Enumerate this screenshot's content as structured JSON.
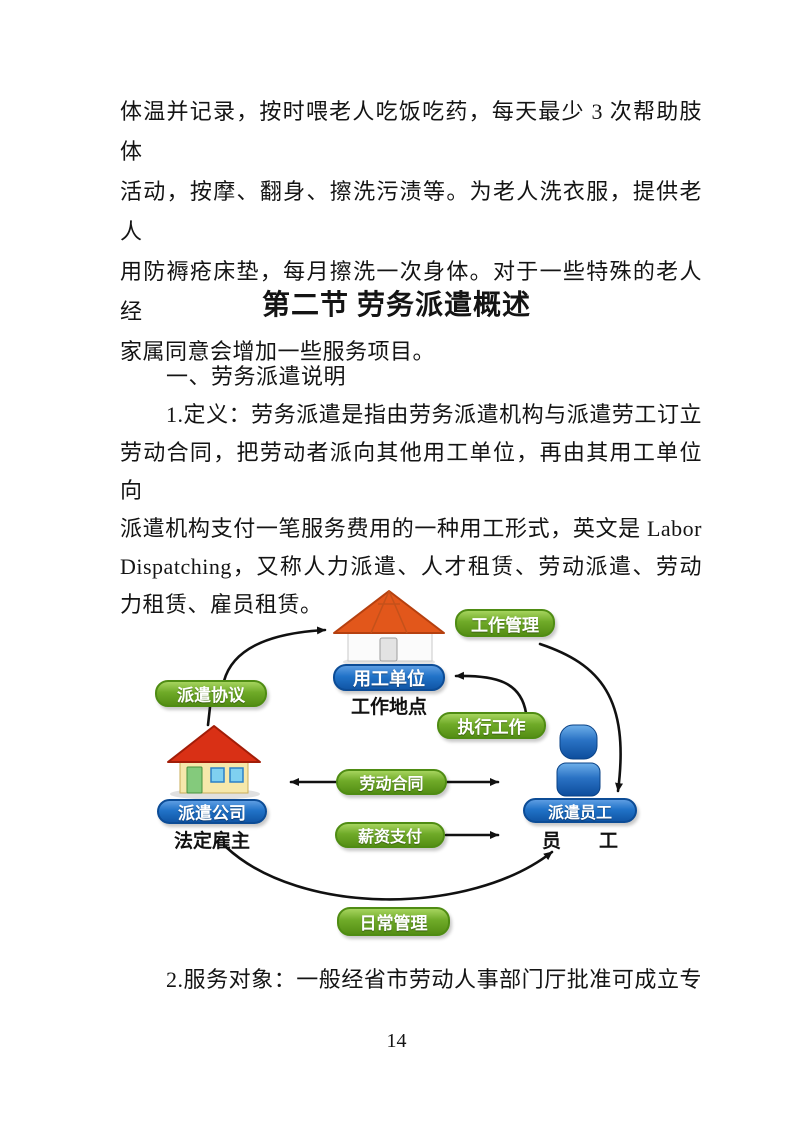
{
  "page": {
    "number": "14"
  },
  "body": {
    "para1_lines": [
      "体温并记录，按时喂老人吃饭吃药，每天最少 3 次帮助肢体",
      "活动，按摩、翻身、擦洗污渍等。为老人洗衣服，提供老人",
      "用防褥疮床垫，每月擦洗一次身体。对于一些特殊的老人经",
      "家属同意会增加一些服务项目。"
    ],
    "heading": "第二节  劳务派遣概述",
    "list_item": "一、劳务派遣说明",
    "para2_lines": [
      "1.定义：劳务派遣是指由劳务派遣机构与派遣劳工订立",
      "劳动合同，把劳动者派向其他用工单位，再由其用工单位向",
      "派遣机构支付一笔服务费用的一种用工形式，英文是 Labor",
      "Dispatching，又称人力派遣、人才租赁、劳动派遣、劳动",
      "力租赁、雇员租赁。"
    ],
    "para3": "2.服务对象：一般经省市劳动人事部门厅批准可成立专"
  },
  "diagram": {
    "labels": {
      "work_management": "工作管理",
      "employer_unit": "用工单位",
      "work_place": "工作地点",
      "execute_work": "执行工作",
      "dispatch_agreement": "派遣协议",
      "dispatch_company": "派遣公司",
      "legal_employer": "法定雇主",
      "labor_contract": "劳动合同",
      "salary_payment": "薪资支付",
      "dispatch_employee": "派遣员工",
      "employee": "员　　工",
      "daily_management": "日常管理"
    },
    "icons": {
      "employer_building": "house-icon",
      "company_building": "house-icon",
      "worker": "person-icon"
    },
    "colors": {
      "green_pill": "#6faa28",
      "green_pill_border": "#4f8c13",
      "blue_pill": "#2173c8",
      "blue_pill_border": "#0c4c96",
      "roof_orange": "#e2571b",
      "roof_red": "#d93015",
      "house_wall": "#f6e8ab",
      "person_blue": "#2a72c4",
      "arrow": "#111111"
    }
  }
}
